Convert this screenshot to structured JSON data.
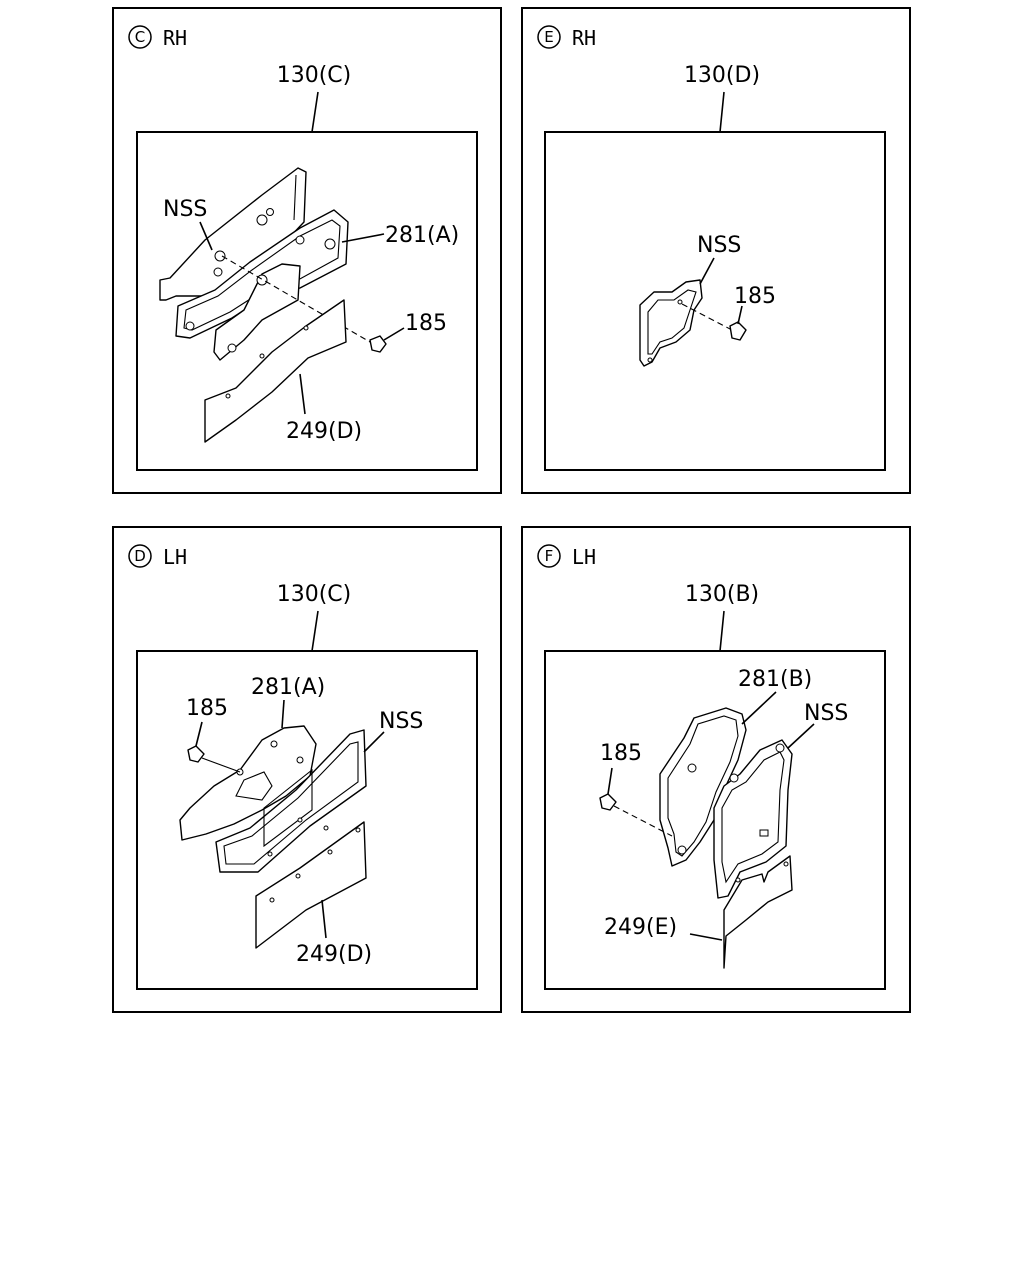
{
  "panels": [
    {
      "letter": "C",
      "side": "RH",
      "ref": "130(C)",
      "labels": {
        "nss": "NSS",
        "bracket": "281(A)",
        "bolt": "185",
        "sheet": "249(D)"
      }
    },
    {
      "letter": "E",
      "side": "RH",
      "ref": "130(D)",
      "labels": {
        "nss": "NSS",
        "bolt": "185"
      }
    },
    {
      "letter": "D",
      "side": "LH",
      "ref": "130(C)",
      "labels": {
        "bolt": "185",
        "bracket": "281(A)",
        "nss": "NSS",
        "sheet": "249(D)"
      }
    },
    {
      "letter": "F",
      "side": "LH",
      "ref": "130(B)",
      "labels": {
        "bracket": "281(B)",
        "nss": "NSS",
        "bolt": "185",
        "sheet": "249(E)"
      }
    }
  ]
}
